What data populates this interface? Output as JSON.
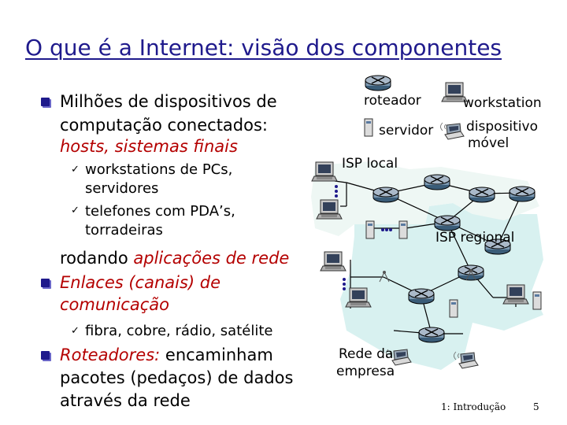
{
  "slide": {
    "title": "O que é a Internet: visão dos componentes",
    "bullet1": {
      "line1": "Milhões de dispositivos de",
      "line2": "computação conectados:",
      "line3": "hosts, sistemas finais",
      "sub1_line1": "workstations de PCs,",
      "sub1_line2": "servidores",
      "sub2_line1": "telefones com PDA’s,",
      "sub2_line2": "torradeiras",
      "running_prefix": "rodando ",
      "running_highlight": "aplicações de rede"
    },
    "bullet2": {
      "line1": "Enlaces (canais) de",
      "line2": "comunicação",
      "sub1": "fibra, cobre, rádio, satélite"
    },
    "bullet3": {
      "highlight": "Roteadores:",
      "line1_rest": " encaminham",
      "line2": "pacotes (pedaços) de dados",
      "line3": "através da rede"
    }
  },
  "legend": {
    "router": "roteador",
    "workstation": "workstation",
    "server": "servidor",
    "mobile_line1": "dispositivo",
    "mobile_line2": "móvel"
  },
  "network": {
    "local_isp": "ISP local",
    "regional_isp": "ISP regional",
    "company_line1": "Rede da",
    "company_line2": "empresa"
  },
  "footer": {
    "section": "1: Introdução",
    "page": "5"
  },
  "colors": {
    "title": "#1f1a8c",
    "highlight": "#b40000",
    "bullet": "#1f1a8c"
  }
}
